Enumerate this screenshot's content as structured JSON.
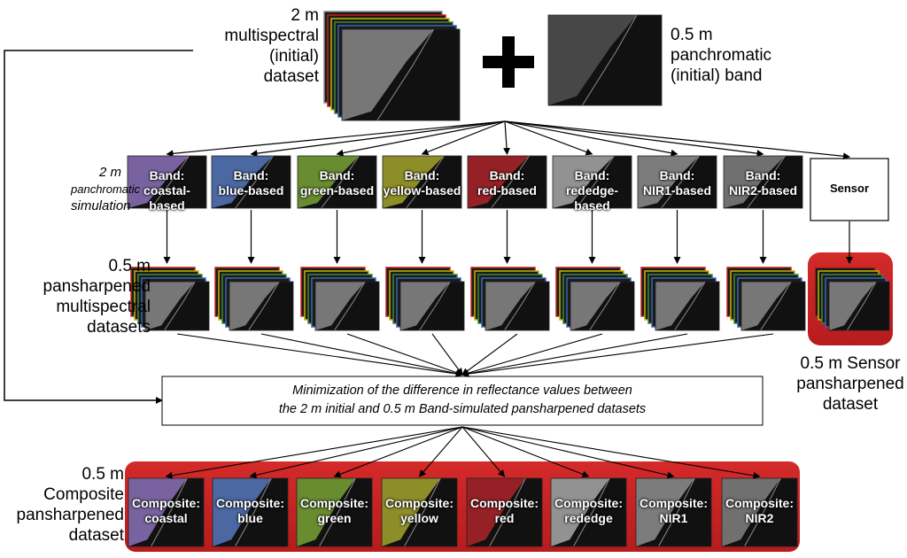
{
  "top": {
    "ms_label_line1": "2 m",
    "ms_label_line2": "multispectral",
    "ms_label_line3": "(initial)",
    "ms_label_line4": "dataset",
    "pan_label_line1": "0.5 m",
    "pan_label_line2": "panchromatic",
    "pan_label_line3": "(initial) band"
  },
  "sim_label_line1": "2 m",
  "sim_label_line2": "panchromatic",
  "sim_label_line3": "simulation",
  "bands": [
    {
      "line1": "Band:",
      "line2": "coastal-based",
      "tint": "#9b7fd0"
    },
    {
      "line1": "Band:",
      "line2": "blue-based",
      "tint": "#5f86d4"
    },
    {
      "line1": "Band:",
      "line2": "green-based",
      "tint": "#86b63a"
    },
    {
      "line1": "Band:",
      "line2": "yellow-based",
      "tint": "#b8b832"
    },
    {
      "line1": "Band:",
      "line2": "red-based",
      "tint": "#c1272d"
    },
    {
      "line1": "Band:",
      "line2": "rededge-based",
      "tint": "#bdbdbd"
    },
    {
      "line1": "Band:",
      "line2": "NIR1-based",
      "tint": "#a0a0a0"
    },
    {
      "line1": "Band:",
      "line2": "NIR2-based",
      "tint": "#909090"
    }
  ],
  "sensor_label": "Sensor",
  "pansharp_label_line1": "0.5 m",
  "pansharp_label_line2": "pansharpened",
  "pansharp_label_line3": "multispectral",
  "pansharp_label_line4": "datasets",
  "sensor_out_line1": "0.5 m Sensor",
  "sensor_out_line2": "pansharpened",
  "sensor_out_line3": "dataset",
  "min_box_line1": "Minimization of the difference in reflectance values between",
  "min_box_line2": "the 2 m initial and 0.5 m Band-simulated pansharpened datasets",
  "composite_label_line1": "0.5 m",
  "composite_label_line2": "Composite",
  "composite_label_line3": "pansharpened",
  "composite_label_line4": "dataset",
  "composites": [
    {
      "line1": "Composite:",
      "line2": "coastal",
      "tint": "#9b7fd0"
    },
    {
      "line1": "Composite:",
      "line2": "blue",
      "tint": "#5f86d4"
    },
    {
      "line1": "Composite:",
      "line2": "green",
      "tint": "#86b63a"
    },
    {
      "line1": "Composite:",
      "line2": "yellow",
      "tint": "#b8b832"
    },
    {
      "line1": "Composite:",
      "line2": "red",
      "tint": "#c1272d"
    },
    {
      "line1": "Composite:",
      "line2": "rededge",
      "tint": "#bdbdbd"
    },
    {
      "line1": "Composite:",
      "line2": "NIR1",
      "tint": "#a0a0a0"
    },
    {
      "line1": "Composite:",
      "line2": "NIR2",
      "tint": "#909090"
    }
  ],
  "colors": {
    "accent_red": "#d42a2a",
    "stack_colors": [
      "#6a3d9a",
      "#3a64b4",
      "#3a8a3a",
      "#c8b400",
      "#c42020",
      "#888888"
    ]
  }
}
